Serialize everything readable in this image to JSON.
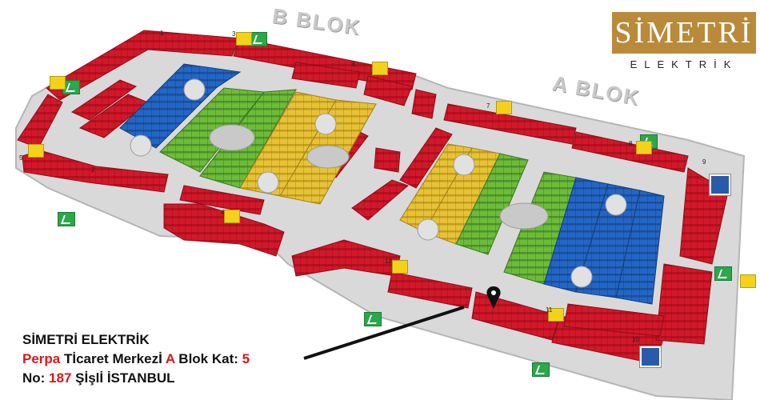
{
  "map": {
    "blok_labels": {
      "b": "B BLOK",
      "a": "A BLOK"
    },
    "logo": {
      "top": "SİMETRİ",
      "bottom": "ELEKTRİK",
      "color": "#b98a3a"
    },
    "address": {
      "line1": "SİMETRİ ELEKTRİK",
      "line2_parts": [
        "Perpa",
        " Tİcaret Merkezİ ",
        "A",
        " Blok Kat: ",
        "5"
      ],
      "line3_parts": [
        "No: ",
        "187",
        " Şİşlİ İSTANBUL"
      ]
    },
    "entrance_numbers": [
      "1",
      "2",
      "3",
      "4",
      "5",
      "6",
      "7",
      "8",
      "9",
      "10",
      "11",
      "12"
    ],
    "colors": {
      "red_stalls": "#d2182a",
      "blue_stalls": "#2466c4",
      "green_stalls": "#6dbb3a",
      "yellow_stalls": "#e7c239",
      "floor": "#dcdcdc",
      "exit": "#2ba84a",
      "lift": "#f4d21c",
      "wc": "#2b5aa8",
      "highlight": "#e0141a"
    },
    "markers": {
      "location_pin": "location-pin-icon"
    }
  }
}
